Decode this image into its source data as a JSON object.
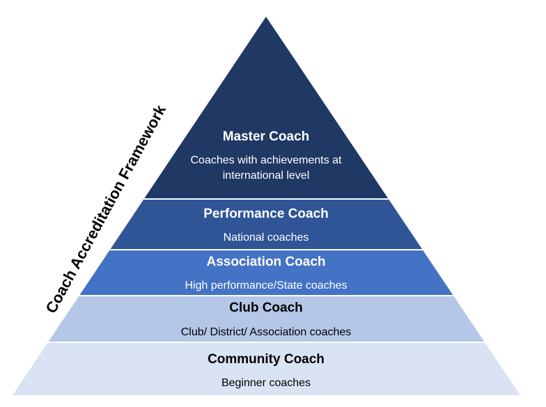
{
  "framework_label": "Coach Accreditation Framework",
  "tiers": [
    {
      "title": "Master Coach",
      "description_lines": [
        "Coaches with achievements at",
        "international level"
      ],
      "fill": "#1f3864",
      "text_color": "#ffffff"
    },
    {
      "title": "Performance Coach",
      "description_lines": [
        "National coaches"
      ],
      "fill": "#2f5597",
      "text_color": "#ffffff"
    },
    {
      "title": "Association Coach",
      "description_lines": [
        "High performance/State coaches"
      ],
      "fill": "#4472c4",
      "text_color": "#ffffff"
    },
    {
      "title": "Club Coach",
      "description_lines": [
        "Club/ District/ Association coaches"
      ],
      "fill": "#b4c7e7",
      "text_color": "#000000"
    },
    {
      "title": "Community Coach",
      "description_lines": [
        "Beginner coaches"
      ],
      "fill": "#dae3f3",
      "text_color": "#000000"
    }
  ]
}
